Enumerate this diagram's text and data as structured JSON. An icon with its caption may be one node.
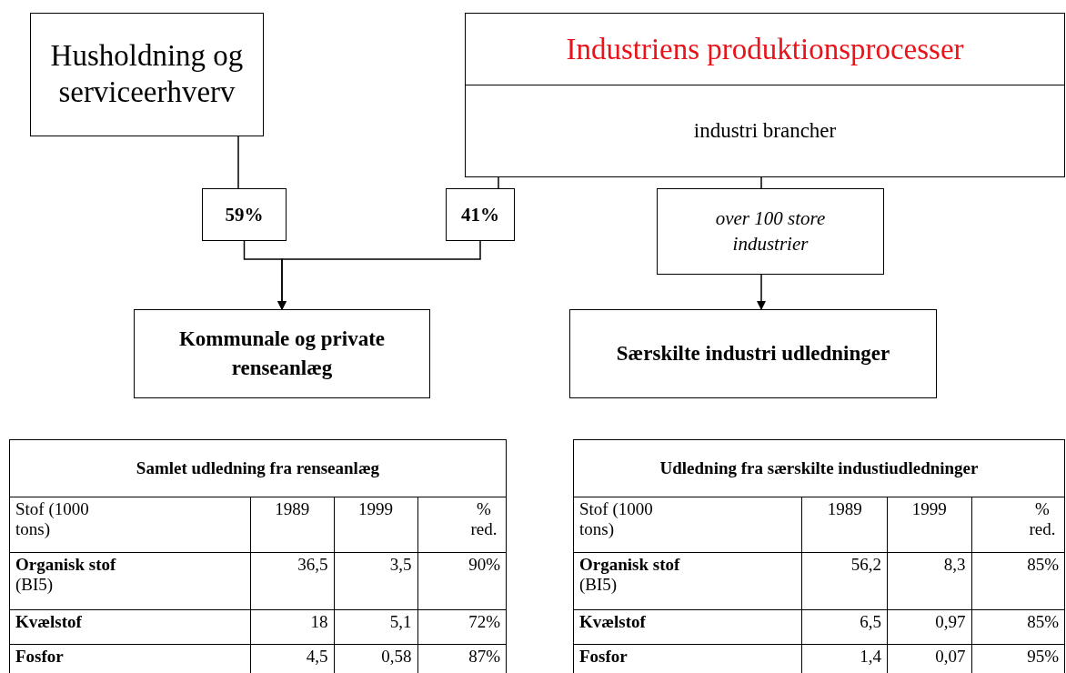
{
  "diagram": {
    "nodes": [
      {
        "text": [
          "Husholdning og serviceerhverv"
        ]
      },
      {
        "text": [
          "Industriens produktionsprocesser",
          "industri brancher"
        ]
      },
      {
        "text": [
          "59%"
        ]
      },
      {
        "text": [
          "41%"
        ]
      },
      {
        "text": [
          "over 100 store industrier"
        ]
      },
      {
        "text": [
          "Kommunale og private renseanlæg"
        ]
      },
      {
        "text": [
          "Særskilte industri udledninger"
        ]
      }
    ],
    "edges": [
      {
        "from": 0,
        "to": 2,
        "arrow": "none"
      },
      {
        "from": 1,
        "to": 3,
        "arrow": "none"
      },
      {
        "from": 1,
        "to": 4,
        "arrow": "none"
      },
      {
        "from": 2,
        "to": 5,
        "arrow": "to"
      },
      {
        "from": 3,
        "to": 5,
        "arrow": "to"
      },
      {
        "from": 4,
        "to": 6,
        "arrow": "to"
      }
    ],
    "labels": [
      "Samlet udledning fra renseanlæg",
      "Stof (1000 tons)",
      "1989",
      "1999",
      "% red.",
      "**Organisk stof** (BI5)",
      "36,5",
      "3,5",
      "90%",
      "Kvælstof",
      "18",
      "5,1",
      "72%",
      "Fosfor",
      "4,5",
      "0,58",
      "87%",
      "Udledning fra særskilte industiudledninger",
      "Stof (1000 tons)",
      "1989",
      "1999",
      "% red.",
      "**Organisk stof** (BI5)",
      "56,2",
      "8,3",
      "85%",
      "Kvælstof",
      "6,5",
      "0,97",
      "85%",
      "Fosfor",
      "1,4",
      "0,07",
      "95%"
    ]
  }
}
